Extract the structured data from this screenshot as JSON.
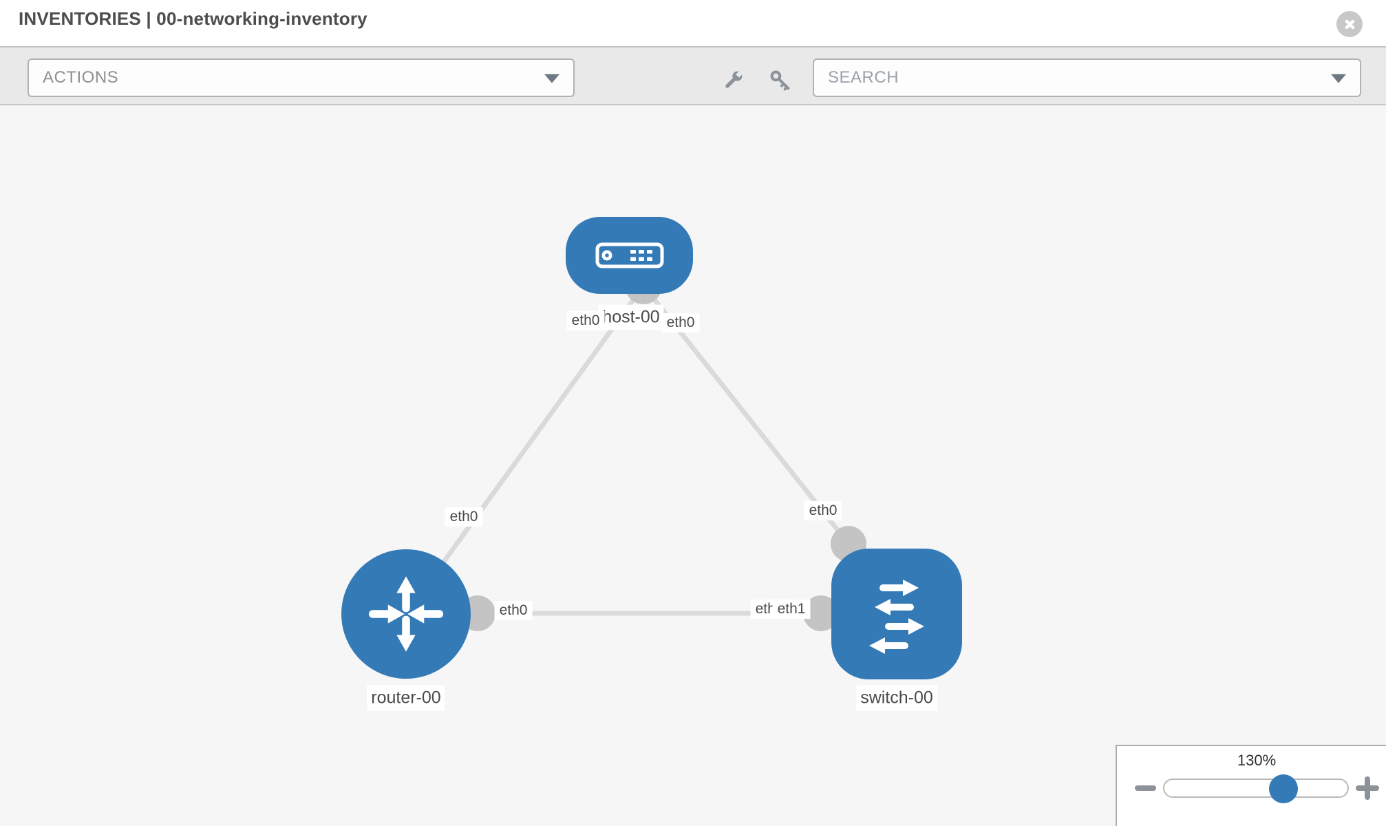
{
  "header": {
    "title": "INVENTORIES | 00-networking-inventory",
    "close_icon": "x-circle"
  },
  "toolbar": {
    "actions_label": "ACTIONS",
    "search_placeholder": "SEARCH",
    "icons": [
      "wrench-icon",
      "key-icon"
    ],
    "dropdown_icon": "chevron-down-icon"
  },
  "topology": {
    "nodes": [
      {
        "id": "host-00",
        "type": "host",
        "label": "host-00",
        "icon": "host-icon"
      },
      {
        "id": "router-00",
        "type": "router",
        "label": "router-00",
        "icon": "router-icon"
      },
      {
        "id": "switch-00",
        "type": "switch",
        "label": "switch-00",
        "icon": "switch-icon"
      }
    ],
    "links": [
      {
        "source": "host-00",
        "target": "router-00",
        "source_interface": "eth0",
        "target_interface": "eth0"
      },
      {
        "source": "host-00",
        "target": "switch-00",
        "source_interface": "eth0",
        "target_interface": "eth0"
      },
      {
        "source": "router-00",
        "target": "switch-00",
        "source_interface": "eth0",
        "target_interface": "eth1",
        "target_interface_underlay": "eth0"
      }
    ]
  },
  "zoom_control": {
    "value": "130%",
    "minus_icon": "minus-icon",
    "plus_icon": "plus-icon"
  },
  "colors": {
    "node_blue": "#337ab7",
    "link_gray": "#dadada",
    "endpoint_gray": "#c4c4c4",
    "canvas_bg": "#f6f6f6",
    "toolbar_bg": "#e9e9e9"
  }
}
